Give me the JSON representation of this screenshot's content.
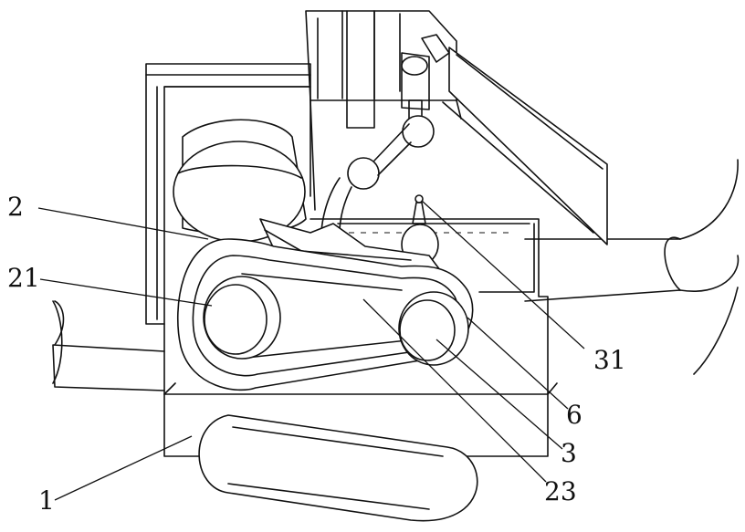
{
  "labels": {
    "l2": "2",
    "l21": "21",
    "l1": "1",
    "l31": "31",
    "l6": "6",
    "l3": "3",
    "l23": "23"
  }
}
